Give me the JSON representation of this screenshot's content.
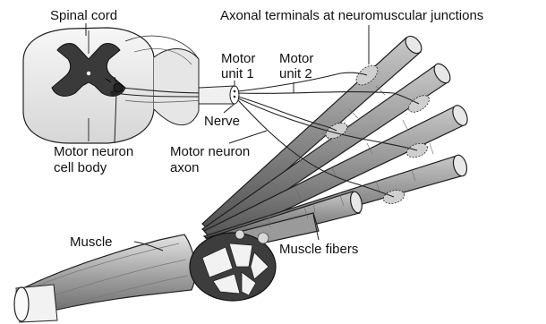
{
  "labels": {
    "spinal_cord": "Spinal cord",
    "axonal_terminals": "Axonal terminals at neuromuscular junctions",
    "motor_unit_1_line1": "Motor",
    "motor_unit_1_line2": "unit 1",
    "motor_unit_2_line1": "Motor",
    "motor_unit_2_line2": "unit 2",
    "nerve": "Nerve",
    "motor_neuron_cell_body_line1": "Motor neuron",
    "motor_neuron_cell_body_line2": "cell body",
    "motor_neuron_axon_line1": "Motor neuron",
    "motor_neuron_axon_line2": "axon",
    "muscle": "Muscle",
    "muscle_fibers": "Muscle fibers"
  },
  "colors": {
    "background": "#ffffff",
    "gray_matter": "#3a3a3a",
    "white_matter": "#f2f2f2",
    "fiber": "#8c8c8c",
    "muscle": "#b5b5b5",
    "line": "#111111"
  }
}
